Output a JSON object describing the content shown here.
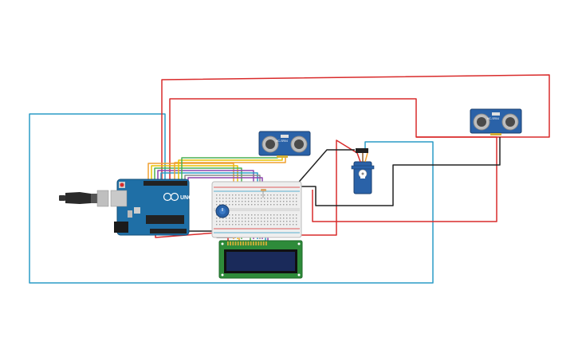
{
  "canvas": {
    "background": "#ffffff"
  },
  "components": {
    "arduino": {
      "name": "Arduino Uno",
      "brand_text": "UNO",
      "board_color": "#1f6fa6"
    },
    "ultrasonic_left": {
      "label": "HC-SR04",
      "color": "#2a62a8"
    },
    "ultrasonic_right": {
      "label": "HC-SR04",
      "color": "#2a62a8"
    },
    "servo": {
      "color": "#2a62a8"
    },
    "lcd": {
      "screen_color": "#1a2a5a",
      "pcb_color": "#2e8b3a"
    },
    "breadboard": {
      "color": "#eeeeee"
    },
    "potentiometer": {
      "color": "#2a62a8"
    }
  },
  "wire_colors": {
    "red": "#d92b2b",
    "blue": "#2a9bc6",
    "black": "#222222",
    "orange": "#f0a030",
    "yellow": "#e6c200",
    "green": "#4caf50",
    "purple": "#8e44ad",
    "gray": "#888888"
  }
}
